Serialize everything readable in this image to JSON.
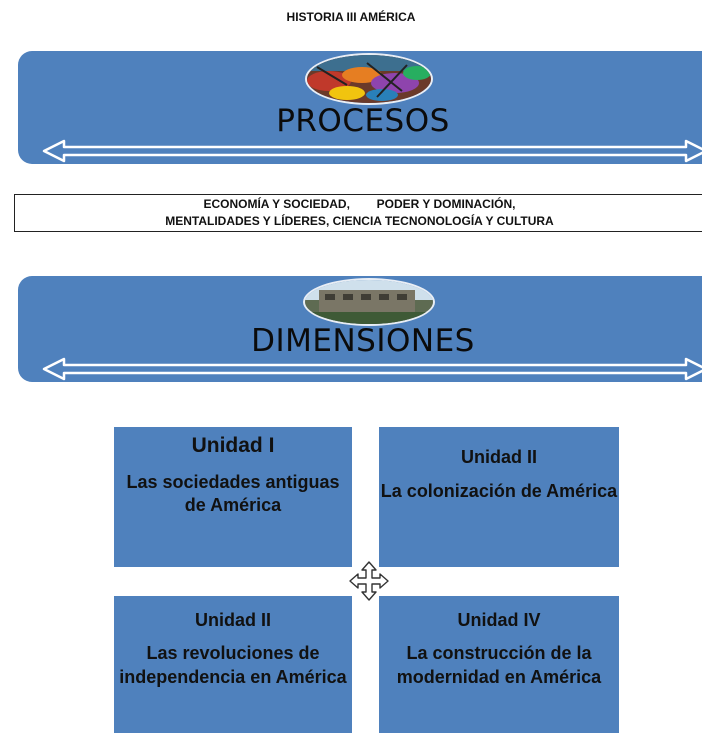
{
  "document": {
    "title": "HISTORIA III AMÉRICA"
  },
  "banners": [
    {
      "label": "PROCESOS",
      "icon": "handcrafts-photo"
    },
    {
      "label": "DIMENSIONES",
      "icon": "ruins-photo"
    }
  ],
  "dimensions": {
    "line1": "ECONOMÍA Y SOCIEDAD,        PODER Y DOMINACIÓN,",
    "line2": "MENTALIDADES Y LÍDERES, CIENCIA TECNONOLOGÍA Y CULTURA"
  },
  "units": [
    {
      "title": "Unidad I",
      "description": "Las sociedades antiguas de América"
    },
    {
      "title": "Unidad II",
      "description": "La colonización de América"
    },
    {
      "title": "Unidad II",
      "description": "Las revoluciones de independencia en América"
    },
    {
      "title": "Unidad IV",
      "description": "La construcción de la modernidad en América"
    }
  ],
  "colors": {
    "box_fill": "#4f81bd",
    "arrow": "#ffffff"
  },
  "center_icon": "move-cross-icon"
}
